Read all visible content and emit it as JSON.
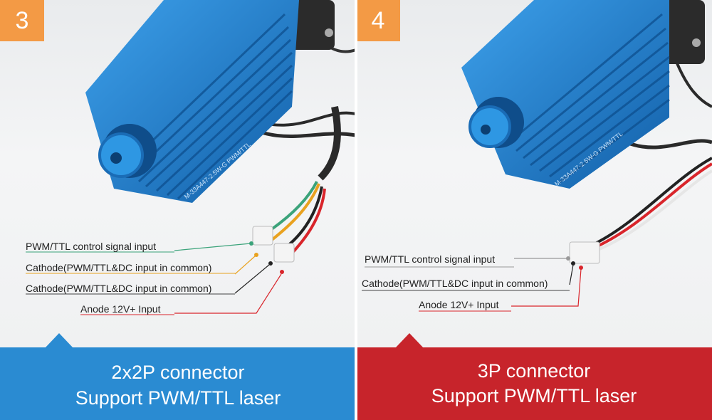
{
  "panels": [
    {
      "number": "3",
      "body_marking": "M-33A447-2.5W-G PWM/TTL",
      "labels": [
        "PWM/TTL control signal input",
        "Cathode(PWM/TTL&DC input in common)",
        "Cathode(PWM/TTL&DC input in common)",
        "Anode 12V+ Input"
      ],
      "banner": {
        "line1": "2x2P connector",
        "line2": "Support PWM/TTL laser",
        "color": "#2a8bd2"
      }
    },
    {
      "number": "4",
      "body_marking": "M-33A447-2.5W-G PWM/TTL",
      "labels": [
        "PWM/TTL control signal input",
        "Cathode(PWM/TTL&DC input in common)",
        "Anode 12V+ Input"
      ],
      "banner": {
        "line1": "3P connector",
        "line2": "Support PWM/TTL laser",
        "color": "#c7242b"
      }
    }
  ],
  "colors": {
    "badge": "#f39a45",
    "heatsink": "#1f7fd0",
    "wire_green": "#3ba37a",
    "wire_yellow": "#e9a21f",
    "wire_black": "#222222",
    "wire_red": "#d9252b"
  }
}
